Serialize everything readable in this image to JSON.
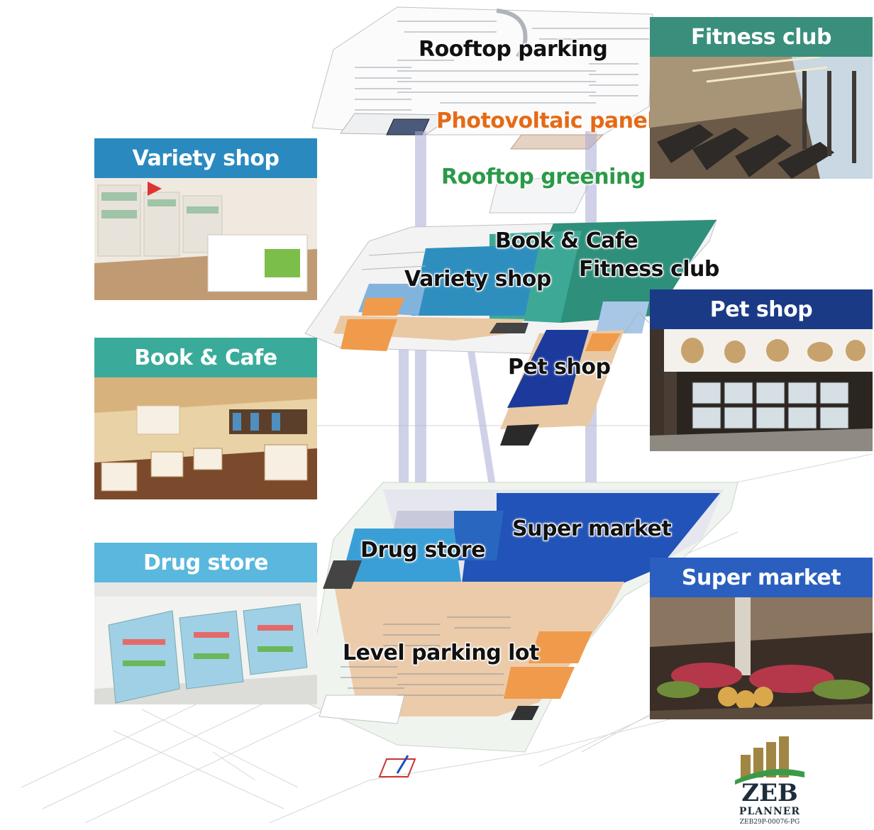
{
  "floor_labels": {
    "rooftop_parking": "Rooftop parking",
    "photovoltaic_panels": "Photovoltaic panels",
    "rooftop_greening": "Rooftop greening",
    "book_cafe": "Book & Cafe",
    "variety_shop": "Variety shop",
    "fitness_club": "Fitness club",
    "pet_shop": "Pet shop",
    "super_market": "Super market",
    "drug_store": "Drug store",
    "level_parking_lot": "Level parking lot"
  },
  "callouts": {
    "fitness_club": {
      "title": "Fitness club",
      "color": "#3a8f7c"
    },
    "variety_shop": {
      "title": "Variety shop",
      "color": "#2a8ac0"
    },
    "book_cafe": {
      "title": "Book & Cafe",
      "color": "#3aab9a"
    },
    "pet_shop": {
      "title": "Pet shop",
      "color": "#1b3a86"
    },
    "drug_store": {
      "title": "Drug store",
      "color": "#5ab7de"
    },
    "super_market": {
      "title": "Super market",
      "color": "#2b5fbf"
    }
  },
  "label_colors": {
    "photovoltaic": "#e56a16",
    "greening": "#2a9a48",
    "default": "#111111"
  },
  "logo": {
    "line1": "ZEB",
    "line2": "PLANNER",
    "code": "ZEB29P-00076-PG"
  }
}
